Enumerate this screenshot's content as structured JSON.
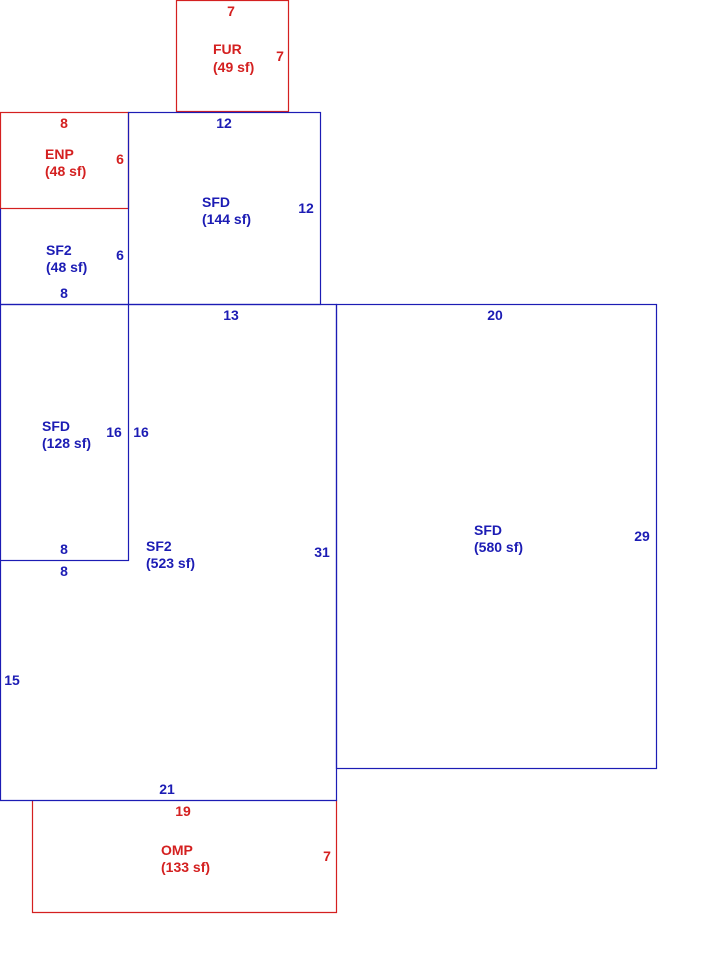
{
  "colors": {
    "blue": "#1c1cb4",
    "red": "#d42020"
  },
  "rooms": {
    "fur": {
      "name": "FUR",
      "area": "(49 sf)",
      "top": "7",
      "right": "7"
    },
    "enp": {
      "name": "ENP",
      "area": "(48 sf)",
      "top": "8",
      "right": "6"
    },
    "sfd_upper": {
      "name": "SFD",
      "area": "(144 sf)",
      "top": "12",
      "right": "12"
    },
    "sf2_small": {
      "name": "SF2",
      "area": "(48 sf)",
      "right": "6",
      "bottom": "8"
    },
    "sfd_left": {
      "name": "SFD",
      "area": "(128 sf)",
      "right": "16",
      "bottom": "8"
    },
    "sf2_main": {
      "name": "SF2",
      "area": "(523 sf)",
      "top": "13",
      "left_inner": "16",
      "right": "31",
      "inner_bottom": "8",
      "left": "15",
      "bottom": "21"
    },
    "sfd_right": {
      "name": "SFD",
      "area": "(580 sf)",
      "top": "20",
      "right": "29"
    },
    "omp": {
      "name": "OMP",
      "area": "(133 sf)",
      "top": "19",
      "right": "7"
    }
  }
}
